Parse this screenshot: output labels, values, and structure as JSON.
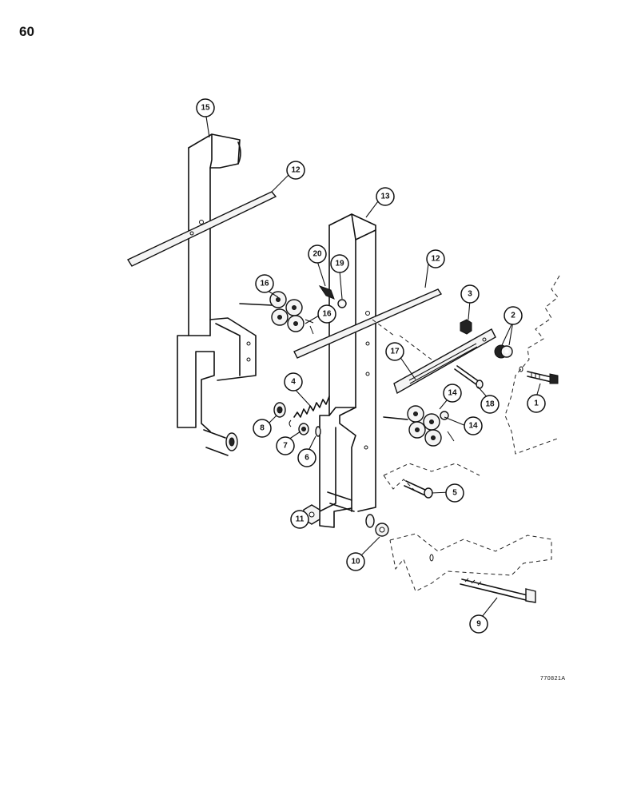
{
  "page_number": "60",
  "drawing_id": "770821A",
  "callouts": [
    {
      "id": "c15",
      "label": "15"
    },
    {
      "id": "c12a",
      "label": "12"
    },
    {
      "id": "c13",
      "label": "13"
    },
    {
      "id": "c12b",
      "label": "12"
    },
    {
      "id": "c20",
      "label": "20"
    },
    {
      "id": "c19",
      "label": "19"
    },
    {
      "id": "c16a",
      "label": "16"
    },
    {
      "id": "c16b",
      "label": "16"
    },
    {
      "id": "c3",
      "label": "3"
    },
    {
      "id": "c2",
      "label": "2"
    },
    {
      "id": "c17",
      "label": "17"
    },
    {
      "id": "c18",
      "label": "18"
    },
    {
      "id": "c1",
      "label": "1"
    },
    {
      "id": "c4",
      "label": "4"
    },
    {
      "id": "c14a",
      "label": "14"
    },
    {
      "id": "c14b",
      "label": "14"
    },
    {
      "id": "c8",
      "label": "8"
    },
    {
      "id": "c7",
      "label": "7"
    },
    {
      "id": "c6",
      "label": "6"
    },
    {
      "id": "c5",
      "label": "5"
    },
    {
      "id": "c11",
      "label": "11"
    },
    {
      "id": "c10",
      "label": "10"
    },
    {
      "id": "c9",
      "label": "9"
    }
  ]
}
